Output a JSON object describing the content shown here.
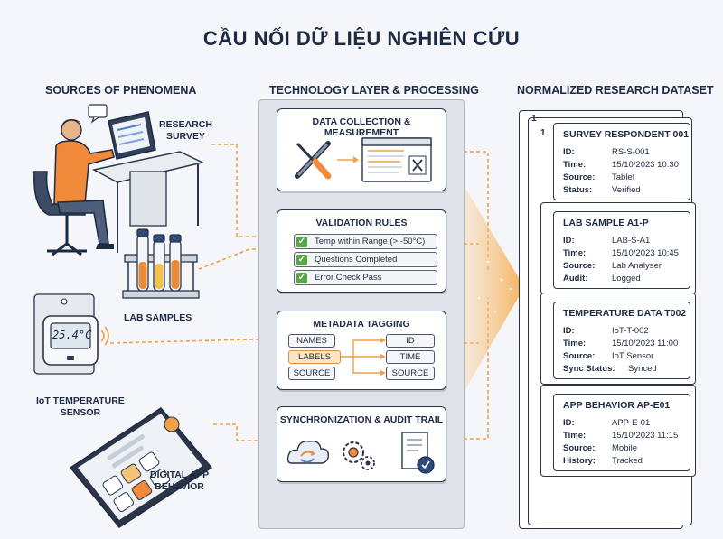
{
  "title": "CẦU NỐI DỮ LIỆU NGHIÊN CỨU",
  "columns": {
    "sources": "SOURCES OF PHENOMENA",
    "technology": "TECHNOLOGY LAYER & PROCESSING",
    "dataset": "NORMALIZED RESEARCH DATASET"
  },
  "sources": [
    {
      "line1": "RESEARCH",
      "line2": "SURVEY"
    },
    {
      "line1": "LAB SAMPLES",
      "line2": ""
    },
    {
      "line1": "IoT TEMPERATURE",
      "line2": "SENSOR"
    },
    {
      "line1": "DIGITAL APP",
      "line2": "BEHAVIOR"
    }
  ],
  "sensor_display": "25.4°C",
  "processing": {
    "collection_title": "DATA COLLECTION & MEASUREMENT",
    "validation_title": "VALIDATION RULES",
    "validation_checks": [
      "Temp within Range (> -50°C)",
      "Questions Completed",
      "Error Check Pass"
    ],
    "metadata_title": "METADATA TAGGING",
    "metadata_left": [
      "NAMES",
      "LABELS",
      "SOURCE"
    ],
    "metadata_right": [
      "ID",
      "TIME",
      "SOURCE"
    ],
    "sync_title": "Synchronization & Audit Trail"
  },
  "dataset": {
    "stack_indices": [
      "1",
      "1"
    ],
    "records": [
      {
        "title": "SURVEY RESPONDENT 001",
        "rows": [
          [
            "ID:",
            "RS-S-001"
          ],
          [
            "Time:",
            "15/10/2023 10:30"
          ],
          [
            "Source:",
            "Tablet"
          ],
          [
            "Status:",
            "Verified"
          ]
        ]
      },
      {
        "title": "LAB SAMPLE A1-P",
        "rows": [
          [
            "ID:",
            "LAB-S-A1"
          ],
          [
            "Time:",
            "15/10/2023 10:45"
          ],
          [
            "Source:",
            "Lab Analyser"
          ],
          [
            "Audit:",
            "Logged"
          ]
        ]
      },
      {
        "title": "TEMPERATURE DATA T002",
        "rows": [
          [
            "ID:",
            "IoT-T-002"
          ],
          [
            "Time:",
            "15/10/2023 11:00"
          ],
          [
            "Source:",
            "IoT Sensor"
          ],
          [
            "Sync Status:",
            "Synced"
          ]
        ]
      },
      {
        "title": "APP BEHAVIOR AP-E01",
        "rows": [
          [
            "ID:",
            "APP-E-01"
          ],
          [
            "Time:",
            "15/10/2023 11:15"
          ],
          [
            "Source:",
            "Mobile"
          ],
          [
            "History:",
            "Tracked"
          ]
        ]
      }
    ]
  },
  "colors": {
    "accent": "#f0a046",
    "check": "#58a64a",
    "navy": "#1c2a44",
    "panel": "#dfe4ea"
  }
}
